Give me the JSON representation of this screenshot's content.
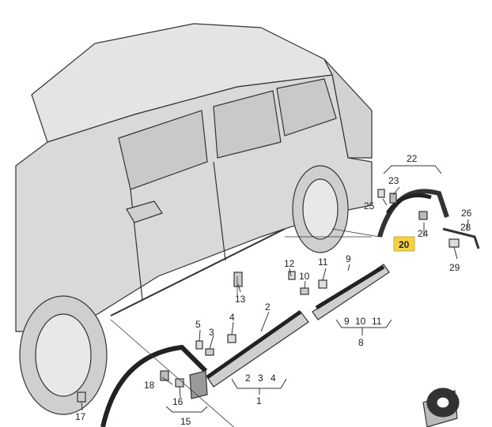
{
  "diagram": {
    "callouts": {
      "c1": "1",
      "c2a": "2",
      "c2b": "2",
      "c3a": "3",
      "c3b": "3",
      "c4a": "4",
      "c4b": "4",
      "c5": "5",
      "c8": "8",
      "c9a": "9",
      "c9b": "9",
      "c10a": "10",
      "c10b": "10",
      "c11a": "11",
      "c11b": "11",
      "c12": "12",
      "c13": "13",
      "c15": "15",
      "c16": "16",
      "c17": "17",
      "c18": "18",
      "c20": "20",
      "c22": "22",
      "c23": "23",
      "c24": "24",
      "c25": "25",
      "c26": "26",
      "c28": "28",
      "c29": "29"
    },
    "highlight_color": "#f5d23c",
    "line_color": "#333333",
    "car_fill": "#dcdcdc"
  }
}
